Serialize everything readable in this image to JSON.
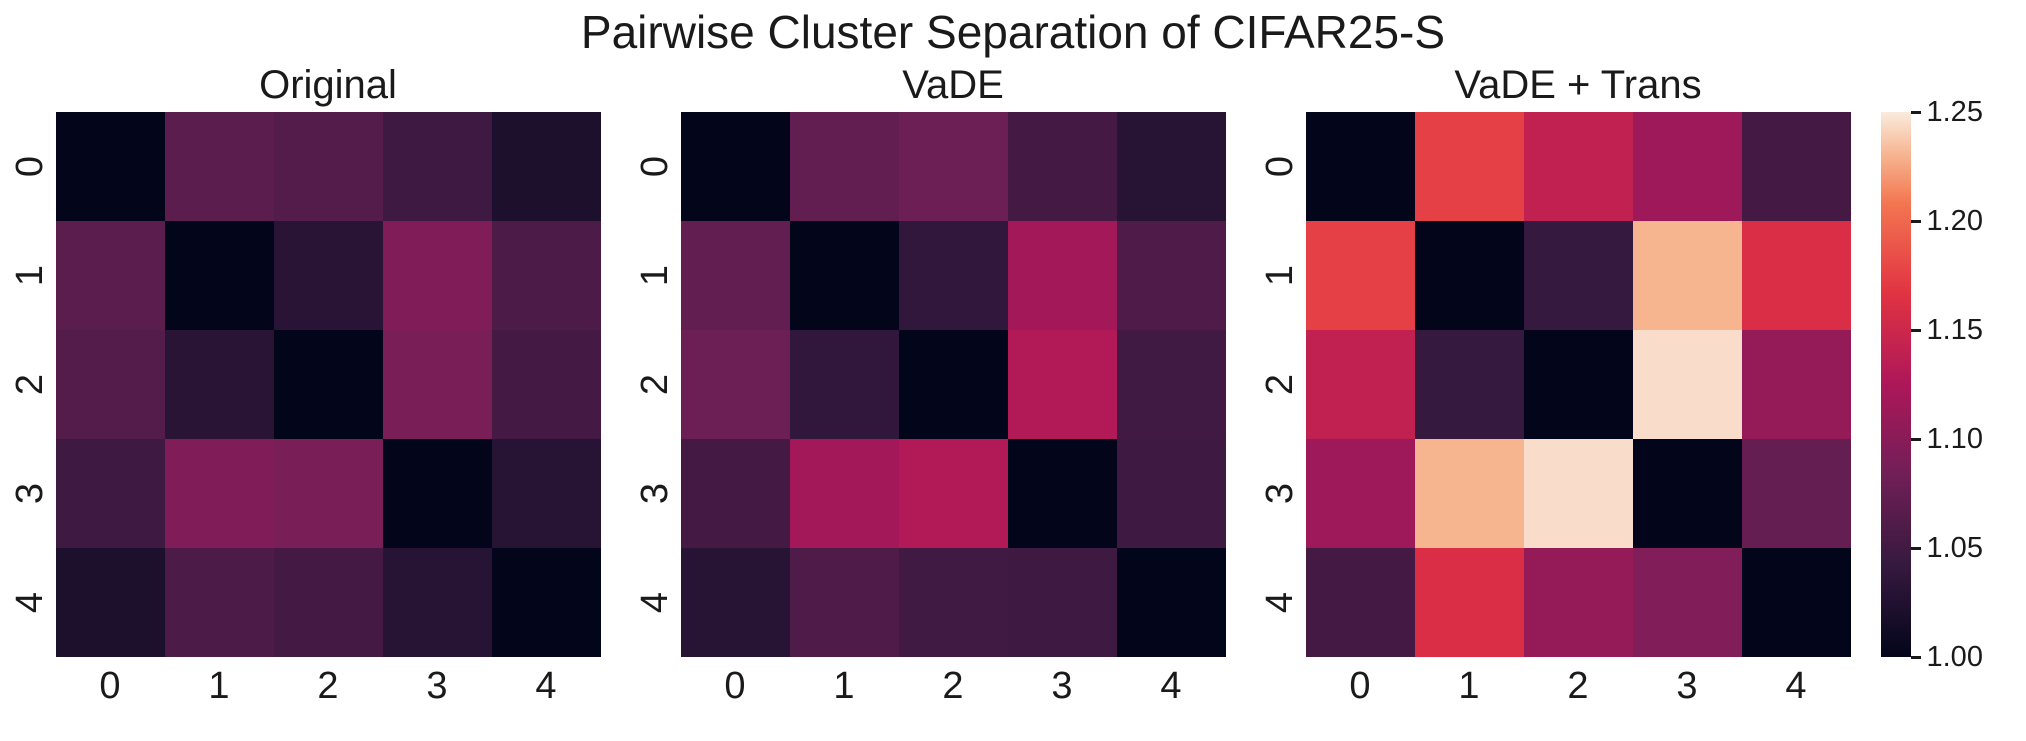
{
  "title": "Pairwise Cluster Separation of CIFAR25-S",
  "colormap": {
    "name": "rocket",
    "stops": [
      [
        0.0,
        "#03051A"
      ],
      [
        0.167,
        "#35193E"
      ],
      [
        0.333,
        "#701F57"
      ],
      [
        0.5,
        "#AD1759"
      ],
      [
        0.667,
        "#E13342"
      ],
      [
        0.833,
        "#F37651"
      ],
      [
        0.92,
        "#F6B48F"
      ],
      [
        1.0,
        "#FAEBDD"
      ]
    ]
  },
  "chart_data": {
    "type": "heatmap",
    "title": "Pairwise Cluster Separation of CIFAR25-S",
    "vmin": 1.0,
    "vmax": 1.25,
    "row_labels": [
      "0",
      "1",
      "2",
      "3",
      "4"
    ],
    "col_labels": [
      "0",
      "1",
      "2",
      "3",
      "4"
    ],
    "colorbar_ticks": [
      "1.00",
      "1.05",
      "1.10",
      "1.15",
      "1.20",
      "1.25"
    ],
    "legend_position": "right-colorbar",
    "grid": false,
    "subplots": [
      {
        "title": "Original",
        "values": [
          [
            1.0,
            1.068,
            1.063,
            1.048,
            1.022
          ],
          [
            1.068,
            1.0,
            1.032,
            1.094,
            1.058
          ],
          [
            1.063,
            1.032,
            1.0,
            1.09,
            1.052
          ],
          [
            1.048,
            1.094,
            1.09,
            1.0,
            1.03
          ],
          [
            1.022,
            1.058,
            1.052,
            1.03,
            1.0
          ]
        ]
      },
      {
        "title": "VaDE",
        "values": [
          [
            1.0,
            1.074,
            1.08,
            1.052,
            1.03
          ],
          [
            1.074,
            1.0,
            1.038,
            1.118,
            1.06
          ],
          [
            1.08,
            1.038,
            1.0,
            1.128,
            1.05
          ],
          [
            1.052,
            1.118,
            1.128,
            1.0,
            1.048
          ],
          [
            1.03,
            1.06,
            1.05,
            1.048,
            1.0
          ]
        ]
      },
      {
        "title": "VaDE + Trans",
        "values": [
          [
            1.0,
            1.175,
            1.14,
            1.115,
            1.052
          ],
          [
            1.175,
            1.0,
            1.042,
            1.23,
            1.16
          ],
          [
            1.14,
            1.042,
            1.0,
            1.245,
            1.108
          ],
          [
            1.115,
            1.23,
            1.245,
            1.0,
            1.075
          ],
          [
            1.052,
            1.16,
            1.108,
            1.095,
            1.0
          ]
        ]
      }
    ]
  }
}
